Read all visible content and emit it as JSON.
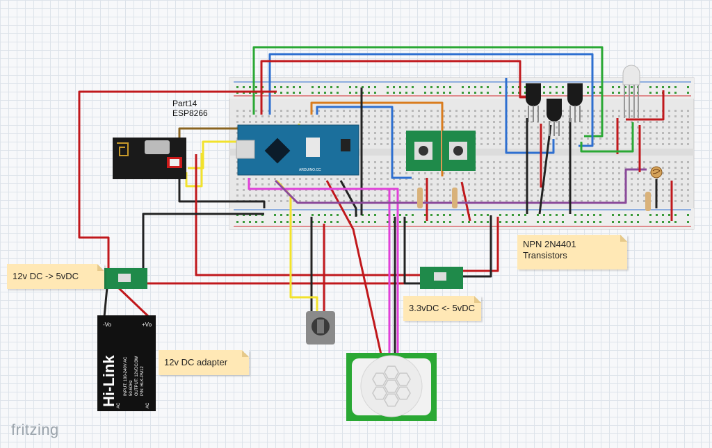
{
  "notes": {
    "dc_12_to_5": "12v DC -> 5vDC",
    "adapter": "12v DC adapter",
    "level_shift": "3.3vDC <- 5vDC",
    "transistors_line1": "NPN 2N4401",
    "transistors_line2": "Transistors"
  },
  "part_label": {
    "line1": "Part14",
    "line2": "ESP8266"
  },
  "hilink": {
    "brand": "Hi-Link",
    "specs": [
      "INPUT: 100-240V AC",
      "50-60Hz",
      "OUTPUT: 12VDC/3W",
      "P/N: HLK-PM12"
    ],
    "pin_left": "-Vo",
    "pin_right": "+Vo",
    "ac1": "AC",
    "ac2": "AC"
  },
  "arduino": {
    "label": "ARDUINO.CC"
  },
  "brand": "fritzing",
  "colors": {
    "red": "#c0181c",
    "black": "#222222",
    "blue": "#2e6fd0",
    "green": "#2aa834",
    "yellow": "#f2e22c",
    "magenta": "#e040d8",
    "orange": "#d97c1e",
    "brown": "#8a6420",
    "purple": "#8a4a9a",
    "breadboard": "#e9e9e9",
    "arduino": "#1b6f9c",
    "module_green": "#1f8a4a"
  }
}
